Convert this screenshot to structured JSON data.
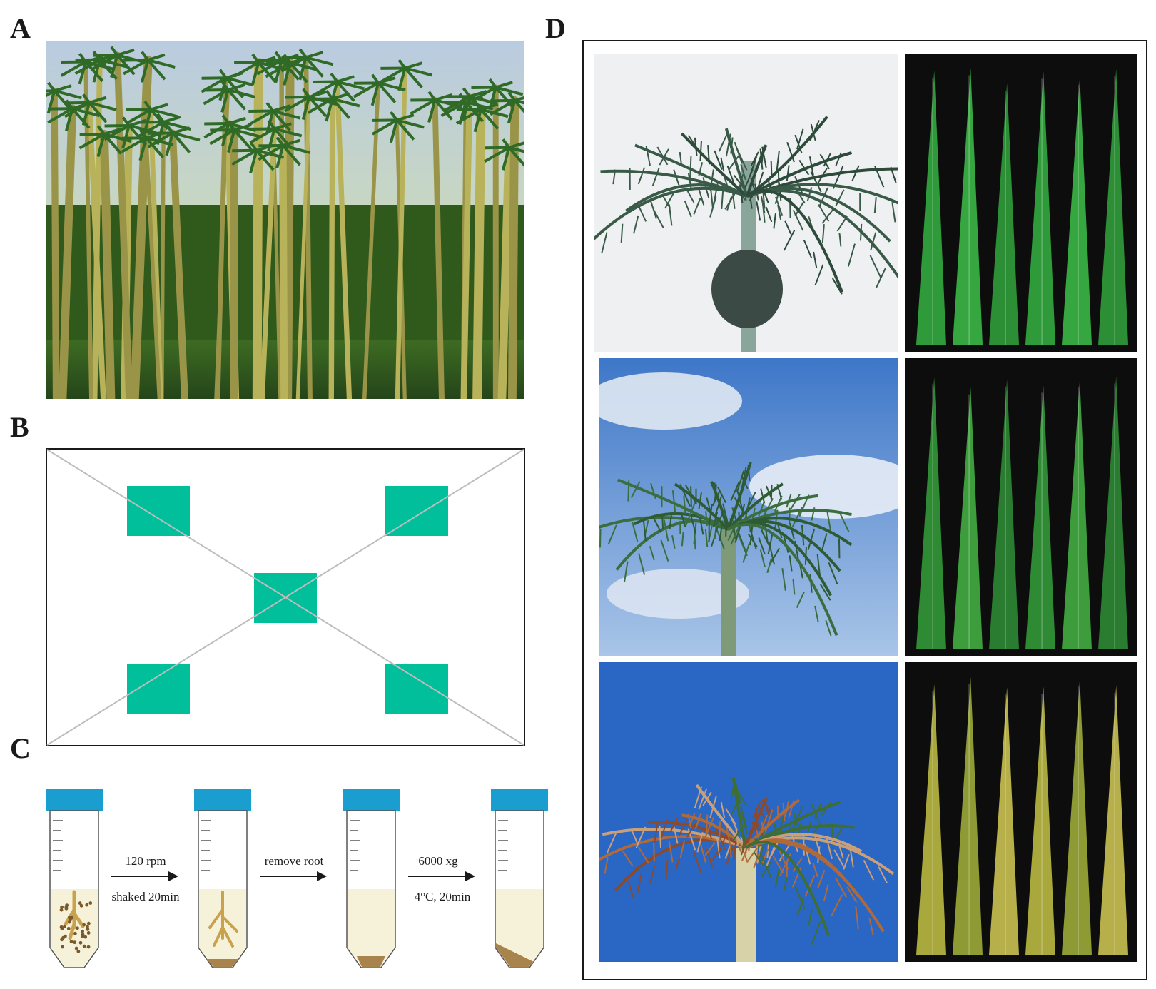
{
  "figure": {
    "panels": [
      {
        "letter": "A"
      },
      {
        "letter": "B"
      },
      {
        "letter": "C"
      },
      {
        "letter": "D"
      }
    ]
  },
  "panel_c": {
    "steps": [
      {
        "top": "120 rpm",
        "bottom": "shaked 20min"
      },
      {
        "top": "remove root",
        "bottom": ""
      },
      {
        "top": "6000 xg",
        "bottom": "4°C, 20min"
      }
    ]
  },
  "colors": {
    "quadrat": "#00bf9a",
    "tube_cap": "#1a9dcf",
    "tube_fill": "#f6f2d9",
    "sediment": "#a9834c",
    "leaf_bg": "#0d0d0d"
  }
}
